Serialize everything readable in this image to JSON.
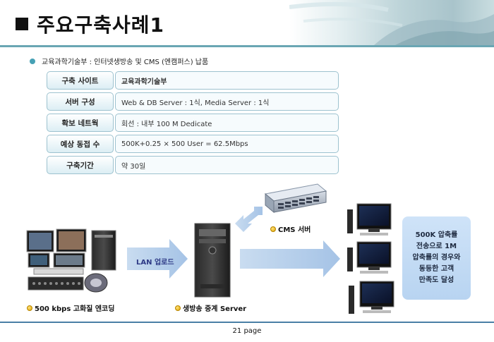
{
  "header": {
    "title": "주요구축사례1"
  },
  "subtitle": "교육과학기술부 : 인터넷생방송 및 CMS (엔캠퍼스) 납품",
  "info_table": [
    {
      "label": "구축 사이트",
      "value": "교육과학기술부"
    },
    {
      "label": "서버 구성",
      "value": "Web & DB Server : 1식, Media Server : 1식"
    },
    {
      "label": "확보 네트웍",
      "value": "회선 : 내부 100 M Dedicate"
    },
    {
      "label": "예상 동접 수",
      "value": "500K+0.25 × 500 User = 62.5Mbps"
    },
    {
      "label": "구축기간",
      "value": "약 30일"
    }
  ],
  "diagram": {
    "encoding_label": "500 kbps 고화질 엔코딩",
    "lan_label": "LAN 업로드",
    "server_label": "생방송 중계 Server",
    "cms_label": "CMS 서버",
    "result_lines": [
      "500K 압축률",
      "전송으로 1M",
      "압축률의 경우와",
      "동등한 고객",
      "만족도 달성"
    ]
  },
  "footer": {
    "page": "21 page"
  },
  "colors": {
    "accent": "#6aa6b3",
    "arrow": "#aac8e8",
    "result_box": "#c4dcf4",
    "footer_line": "#4a7fa6"
  }
}
